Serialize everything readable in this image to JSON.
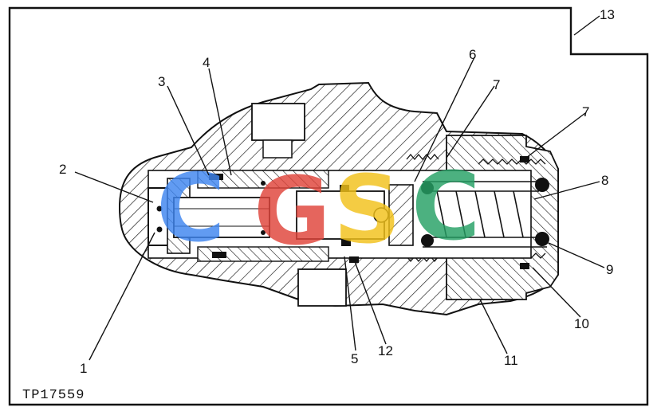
{
  "figure_id": "TP17559",
  "callouts": [
    "1",
    "2",
    "3",
    "4",
    "5",
    "6",
    "7",
    "7",
    "8",
    "9",
    "10",
    "11",
    "12",
    "13"
  ],
  "watermark": {
    "letters": [
      "C",
      "G",
      "S",
      "C"
    ],
    "colors": [
      "#3f86f0",
      "#e0443a",
      "#f2c21a",
      "#26a065"
    ]
  },
  "colors": {
    "ink": "#111111",
    "paper": "#ffffff",
    "bore": "#ffffff"
  }
}
